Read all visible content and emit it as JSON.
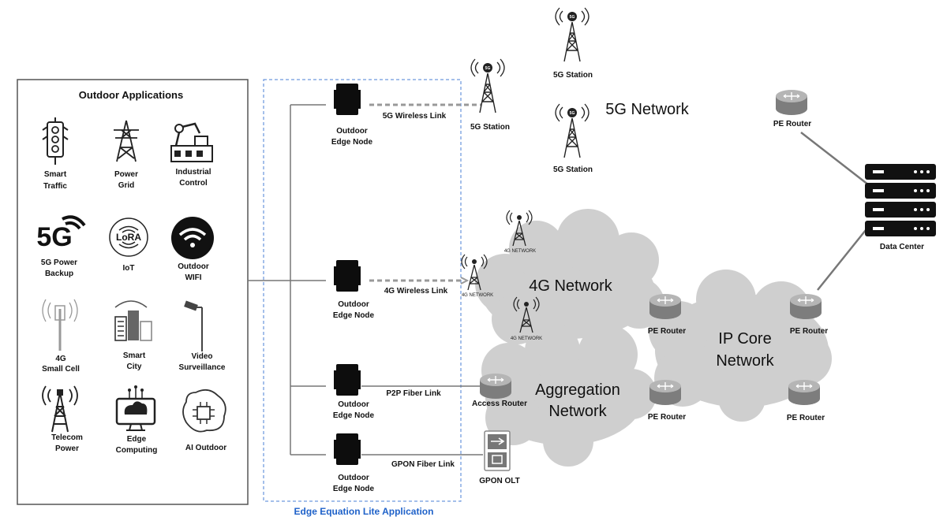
{
  "outdoor_panel": {
    "title": "Outdoor Applications",
    "apps": [
      {
        "icon": "traffic-light-icon",
        "line1": "Smart",
        "line2": "Traffic"
      },
      {
        "icon": "power-tower-icon",
        "line1": "Power",
        "line2": "Grid"
      },
      {
        "icon": "robot-arm-icon",
        "line1": "Industrial",
        "line2": "Control"
      },
      {
        "icon": "5g-logo-icon",
        "line1": "5G Power",
        "line2": "Backup"
      },
      {
        "icon": "lora-icon",
        "line1": "IoT",
        "line2": ""
      },
      {
        "icon": "wifi-icon",
        "line1": "Outdoor",
        "line2": "WIFI"
      },
      {
        "icon": "small-cell-antenna-icon",
        "line1": "4G",
        "line2": "Small Cell"
      },
      {
        "icon": "city-buildings-icon",
        "line1": "Smart",
        "line2": "City"
      },
      {
        "icon": "cctv-camera-icon",
        "line1": "Video",
        "line2": "Surveillance"
      },
      {
        "icon": "telecom-tower-icon",
        "line1": "Telecom",
        "line2": "Power"
      },
      {
        "icon": "edge-cloud-icon",
        "line1": "Edge",
        "line2": "Computing"
      },
      {
        "icon": "ai-chip-icon",
        "line1": "AI Outdoor",
        "line2": ""
      }
    ]
  },
  "edge_group": {
    "caption": "Edge Equation Lite Application"
  },
  "edge_nodes": [
    {
      "line1": "Outdoor",
      "line2": "Edge Node",
      "link": "5G Wireless Link"
    },
    {
      "line1": "Outdoor",
      "line2": "Edge Node",
      "link": "4G Wireless Link"
    },
    {
      "line1": "Outdoor",
      "line2": "Edge Node",
      "link": "P2P Fiber Link"
    },
    {
      "line1": "Outdoor",
      "line2": "Edge Node",
      "link": "GPON Fiber Link"
    }
  ],
  "stations_5g": [
    "5G Station",
    "5G Station",
    "5G Station"
  ],
  "stations_4g": [
    "4G NETWORK",
    "4G NETWORK",
    "4G NETWORK"
  ],
  "networks": {
    "n5g": "5G Network",
    "n4g": "4G Network",
    "agg_line1": "Aggregation",
    "agg_line2": "Network",
    "core_line1": "IP Core",
    "core_line2": "Network"
  },
  "devices": {
    "access_router": "Access Router",
    "gpon_olt": "GPON OLT",
    "pe_routers": [
      "PE Router",
      "PE Router",
      "PE Router",
      "PE Router",
      "PE Router"
    ],
    "data_center": "Data Center"
  },
  "colors": {
    "cloud": "#cfcfcf",
    "panel_border": "#555555",
    "dashed_box": "#4a7fd4",
    "caption": "#1f62c9",
    "router_fill": "#9a9a9a",
    "node_fill": "#0d0d0d"
  }
}
